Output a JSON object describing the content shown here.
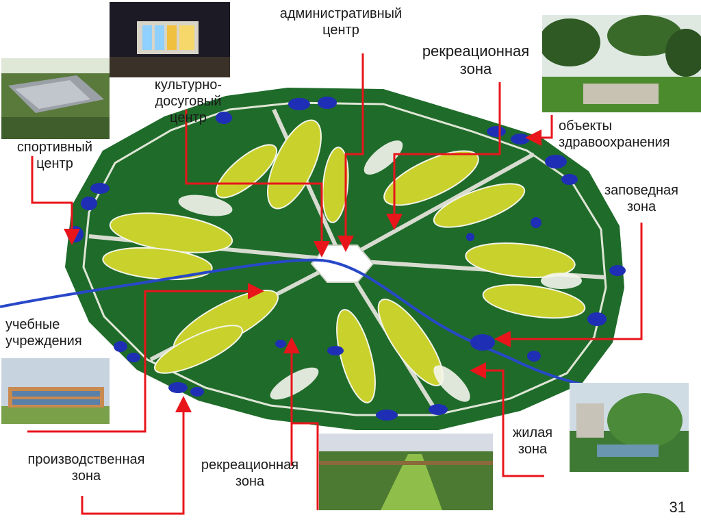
{
  "labels": {
    "admin": [
      "административный",
      "центр"
    ],
    "recreation_top": [
      "рекреационная",
      "зона"
    ],
    "cultural": [
      "культурно-",
      "досуговый",
      "центр"
    ],
    "sport": [
      "спортивный",
      "центр"
    ],
    "health": [
      "объекты",
      "здравоохранения"
    ],
    "reserve": [
      "заповедная",
      "зона"
    ],
    "education": [
      "учебные",
      "учреждения"
    ],
    "production": [
      "производственная",
      "зона"
    ],
    "recreation_bottom": [
      "рекреационная",
      "зона"
    ],
    "residential": [
      "жилая",
      "зона"
    ]
  },
  "slide_number": "31",
  "colors": {
    "arrow": "#e8151b",
    "green": "#1f6b2a",
    "lime": "#c9d12c",
    "water": "#1f2fb5",
    "river": "#2848c8"
  }
}
